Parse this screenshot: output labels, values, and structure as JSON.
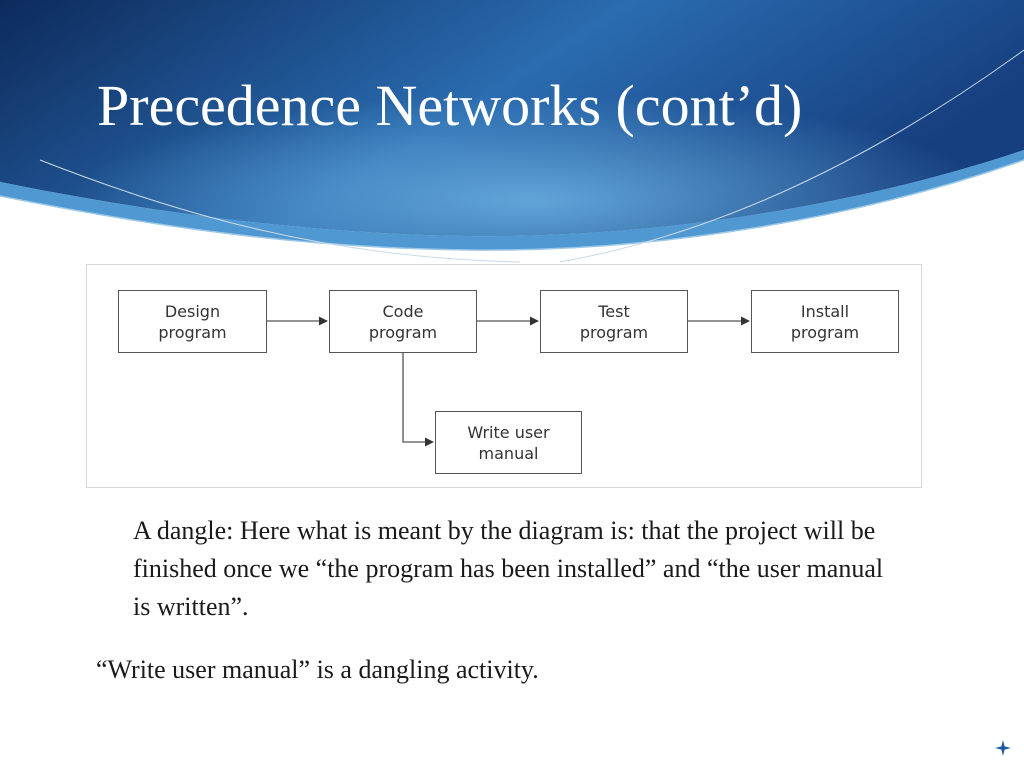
{
  "slide": {
    "title": "Precedence Networks (cont’d)",
    "theme": {
      "header_dark": "#0d2a5c",
      "header_mid": "#2a6cb0",
      "header_light": "#5fa6d8",
      "title_color": "#ffffff"
    }
  },
  "diagram": {
    "nodes": [
      {
        "id": "design",
        "label": "Design\nprogram"
      },
      {
        "id": "code",
        "label": "Code\nprogram"
      },
      {
        "id": "test",
        "label": "Test\nprogram"
      },
      {
        "id": "install",
        "label": "Install\nprogram"
      },
      {
        "id": "manual",
        "label": "Write user\nmanual"
      }
    ],
    "edges": [
      {
        "from": "design",
        "to": "code"
      },
      {
        "from": "code",
        "to": "test"
      },
      {
        "from": "test",
        "to": "install"
      },
      {
        "from": "code",
        "to": "manual"
      }
    ]
  },
  "body": {
    "paragraph_1": "A dangle: Here what is meant by the diagram is: that the project will be finished once we “the program has been installed” and “the user manual is written”.",
    "paragraph_2": "“Write user manual” is a dangling activity."
  }
}
